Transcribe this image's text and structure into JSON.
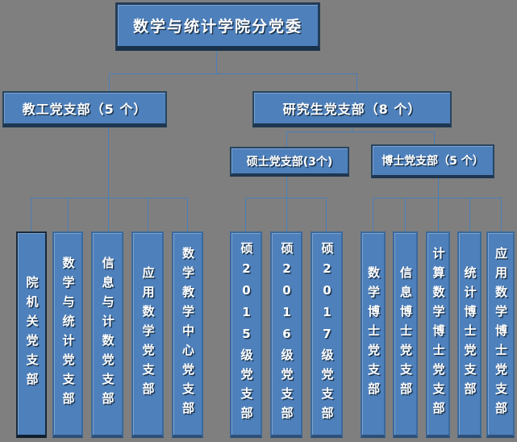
{
  "page": {
    "type": "org-chart",
    "background_color": "#7f7f7f"
  },
  "colors": {
    "box_fill": "#4e80bb",
    "box_border_dark": "#27455f",
    "box_border_medium": "#3a699c",
    "box_border_black": "#182b3d",
    "connector": "#4a7eb8",
    "text": "#ffffff"
  },
  "tree": {
    "root": {
      "label": "数学与统计学院分党委"
    },
    "level2": {
      "faculty": {
        "label": "教工党支部（5 个）"
      },
      "graduate": {
        "label": "研究生党支部（8 个）"
      }
    },
    "level3": {
      "masters": {
        "label": "硕士党支部(3个)"
      },
      "doctoral": {
        "label": "博士党支部（5 个）"
      }
    },
    "faculty_branches": [
      {
        "label": "院机关党支部"
      },
      {
        "label": "数学与统计党支部"
      },
      {
        "label": "信息与计数党支部"
      },
      {
        "label": "应用数学党支部"
      },
      {
        "label": "数学教学中心党支部"
      }
    ],
    "masters_branches": [
      {
        "label": "硕2015级党支部"
      },
      {
        "label": "硕2016级党支部"
      },
      {
        "label": "硕2017级党支部"
      }
    ],
    "doctoral_branches": [
      {
        "label": "数学博士党支部"
      },
      {
        "label": "信息博士党支部"
      },
      {
        "label": "计算数学博士党支部"
      },
      {
        "label": "统计博士党支部"
      },
      {
        "label": "应用数学博士党支部"
      }
    ]
  }
}
